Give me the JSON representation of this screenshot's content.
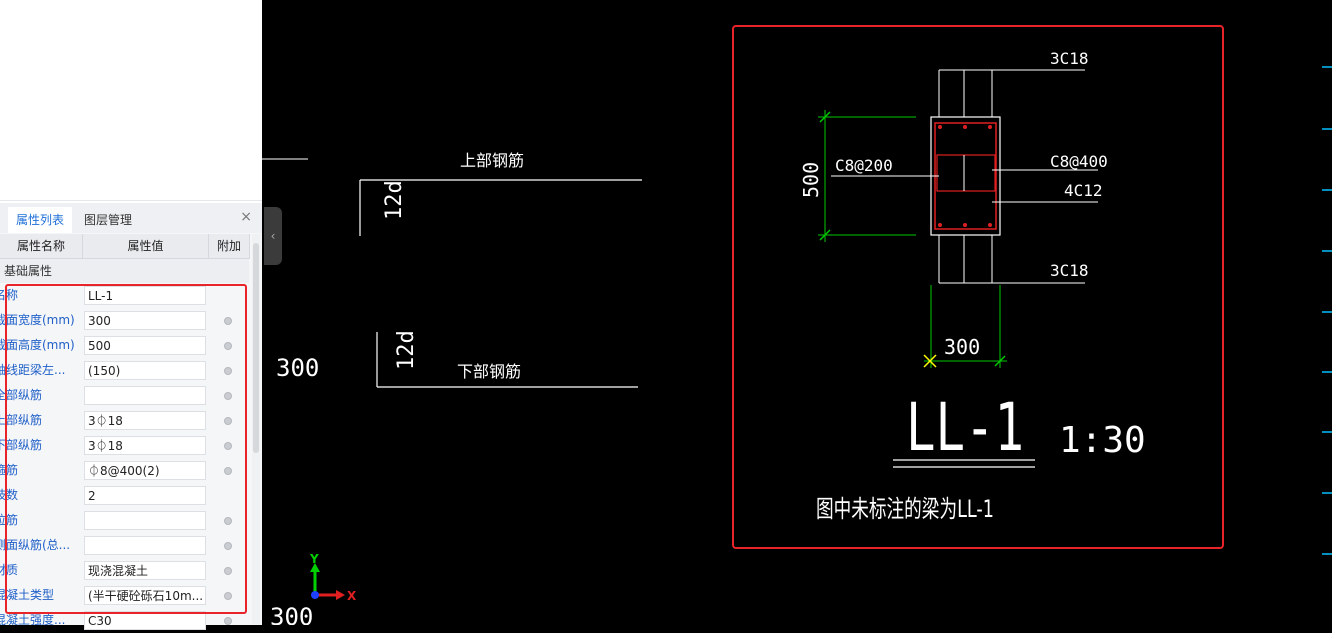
{
  "panel": {
    "tabs": [
      {
        "label": "属性列表",
        "active": true
      },
      {
        "label": "图层管理",
        "active": false
      }
    ],
    "close_label": "×",
    "headers": {
      "name": "属性名称",
      "value": "属性值",
      "extra": "附加"
    },
    "section": "基础属性",
    "rows": [
      {
        "name": "名称",
        "value": "LL-1",
        "has_extra": false
      },
      {
        "name": "截面宽度(mm)",
        "value": "300",
        "has_extra": true
      },
      {
        "name": "截面高度(mm)",
        "value": "500",
        "has_extra": true
      },
      {
        "name": "轴线距梁左...",
        "value": "(150)",
        "has_extra": true
      },
      {
        "name": "全部纵筋",
        "value": "",
        "has_extra": true
      },
      {
        "name": "上部纵筋",
        "value": "3⏀18",
        "has_extra": true
      },
      {
        "name": "下部纵筋",
        "value": "3⏀18",
        "has_extra": true
      },
      {
        "name": "箍筋",
        "value": "⏀8@400(2)",
        "has_extra": true
      },
      {
        "name": "肢数",
        "value": "2",
        "has_extra": false
      },
      {
        "name": "拉筋",
        "value": "",
        "has_extra": true
      },
      {
        "name": "侧面纵筋(总...",
        "value": "",
        "has_extra": true
      },
      {
        "name": "材质",
        "value": "现浇混凝土",
        "has_extra": true
      },
      {
        "name": "混凝土类型",
        "value": "(半干硬砼砾石10m...",
        "has_extra": true
      },
      {
        "name": "混凝土强度...",
        "value": "C30",
        "has_extra": true
      }
    ]
  },
  "drawing": {
    "left_dim_mid": "300",
    "left_dim_bottom": "300",
    "top_rebar_label": "上部钢筋",
    "bottom_rebar_label": "下部钢筋",
    "anchor_top": "12d",
    "anchor_bottom": "12d",
    "section": {
      "top_bars": "3C18",
      "stirrup_left": "C8@200",
      "stirrup_right": "C8@400",
      "side_bars": "4C12",
      "bottom_bars": "3C18",
      "height_dim": "500",
      "width_dim": "300",
      "title": "LL-1",
      "scale": "1:30",
      "note": "图中未标注的梁为LL-1"
    },
    "axis_x": "X",
    "axis_y": "Y"
  },
  "colors": {
    "highlight": "#e8232a",
    "dim_green": "#00c800",
    "rebar_red": "#e02020",
    "line_white": "#ffffff"
  }
}
